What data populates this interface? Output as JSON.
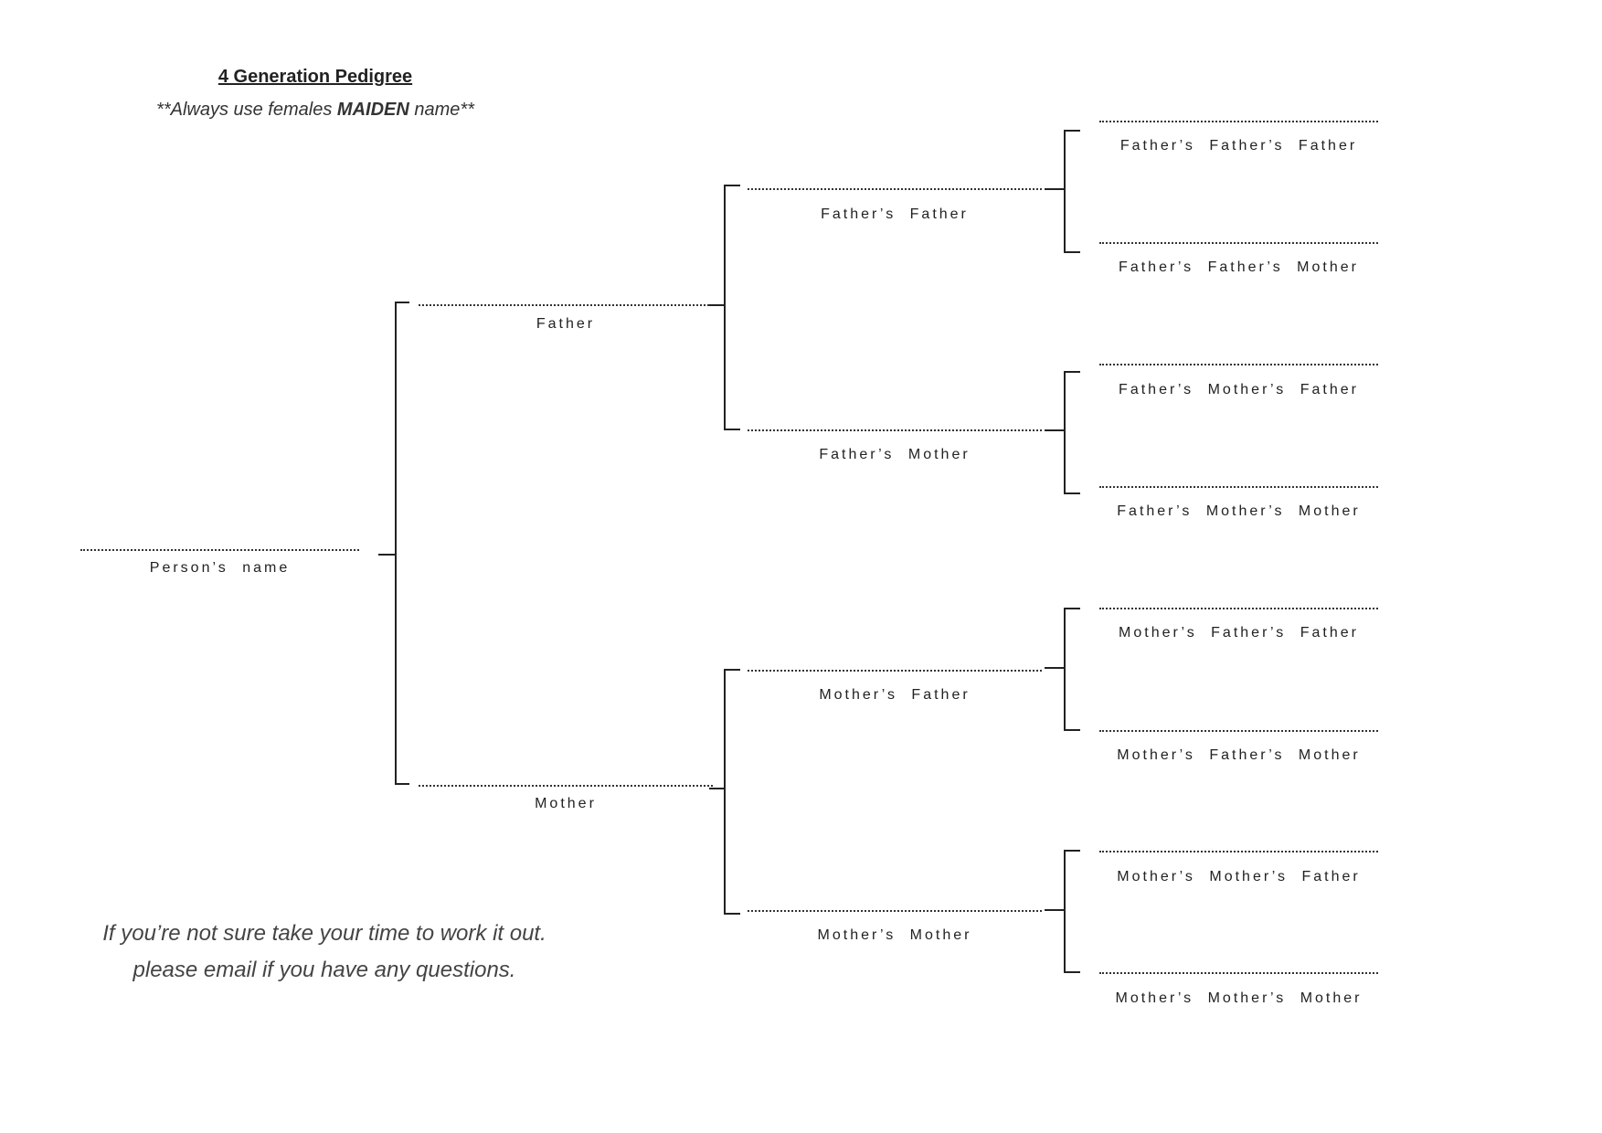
{
  "header": {
    "title": "4 Generation Pedigree",
    "instruction_prefix": "**Always use females ",
    "instruction_emphasis": "MAIDEN",
    "instruction_suffix": " name**"
  },
  "generation1": {
    "person": "Person’s name"
  },
  "generation2": {
    "father": "Father",
    "mother": "Mother"
  },
  "generation3": {
    "fathers_father": "Father’s Father",
    "fathers_mother": "Father’s Mother",
    "mothers_father": "Mother’s Father",
    "mothers_mother": "Mother’s Mother"
  },
  "generation4": {
    "fathers_fathers_father": "Father’s Father’s Father",
    "fathers_fathers_mother": "Father’s Father’s Mother",
    "fathers_mothers_father": "Father’s Mother’s Father",
    "fathers_mothers_mother": "Father’s Mother’s Mother",
    "mothers_fathers_father": "Mother’s Father’s Father",
    "mothers_fathers_mother": "Mother’s Father’s Mother",
    "mothers_mothers_father": "Mother’s Mother’s Father",
    "mothers_mothers_mother": "Mother’s Mother’s Mother"
  },
  "footer": {
    "line1": "If you’re not sure take your time to work it out.",
    "line2": "please email if you have any questions."
  }
}
